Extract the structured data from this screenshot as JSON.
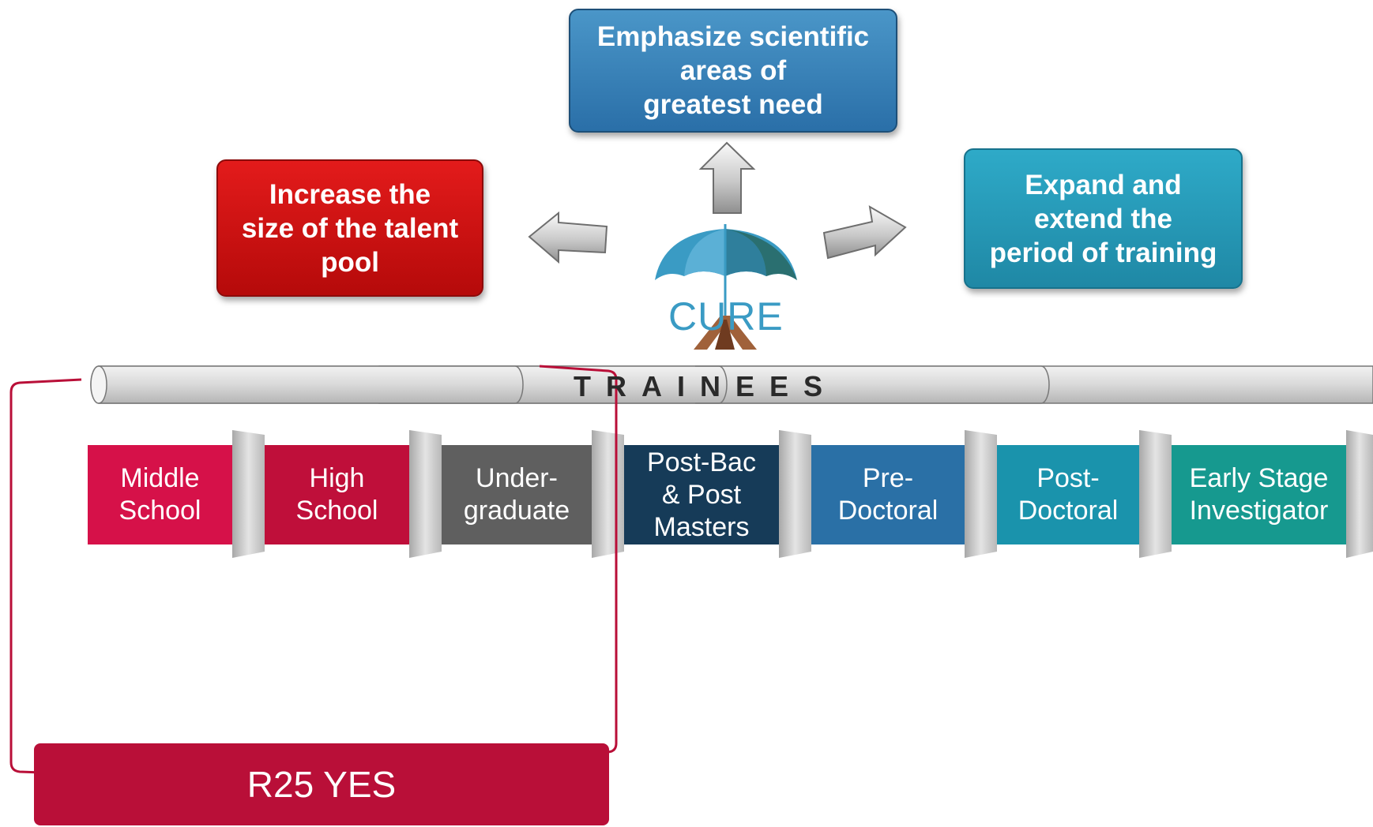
{
  "goals": {
    "top": "Emphasize scientific\nareas of\ngreatest need",
    "left": "Increase the\nsize of the talent\npool",
    "right": "Expand and\nextend the\nperiod of training"
  },
  "logo": {
    "text": "CURE"
  },
  "pipeline": {
    "label": "TRAINEES",
    "stages": [
      {
        "label": "Middle\nSchool",
        "color": "#d61149"
      },
      {
        "label": "High\nSchool",
        "color": "#bf0f3a"
      },
      {
        "label": "Under-\ngraduate",
        "color": "#5f5f5f"
      },
      {
        "label": "Post-Bac\n& Post\nMasters",
        "color": "#163b58"
      },
      {
        "label": "Pre-\nDoctoral",
        "color": "#2a70a6"
      },
      {
        "label": "Post-\nDoctoral",
        "color": "#1a93ac"
      },
      {
        "label": "Early Stage\nInvestigator",
        "color": "#16998f"
      }
    ]
  },
  "bracket": {
    "label": "R25 YES",
    "color": "#b90f38"
  }
}
